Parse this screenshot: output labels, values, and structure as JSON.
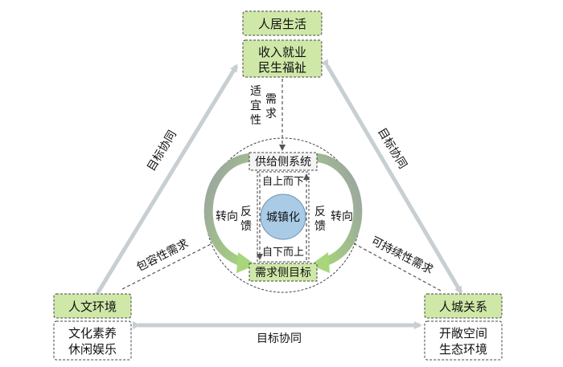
{
  "nodes": {
    "top": {
      "header": "人居生活",
      "body": [
        "收入就业",
        "民生福祉"
      ]
    },
    "left": {
      "header": "人文环境",
      "body": [
        "文化素养",
        "休闲娱乐"
      ]
    },
    "right": {
      "header": "人城关系",
      "body": [
        "开敞空间",
        "生态环境"
      ]
    }
  },
  "edges": {
    "left_top": "目标协同",
    "top_right": "目标协同",
    "bottom": "目标协同"
  },
  "demands": {
    "top_chars": [
      "适",
      "宜",
      "性",
      "需",
      "求"
    ],
    "left": "包容性需求",
    "right": "可持续性需求"
  },
  "center": {
    "supply": "供给侧系统",
    "demand": "需求侧目标",
    "core": "城镇化",
    "top_down": "自上而下",
    "bottom_up": "自下而上",
    "turn_left": "转向",
    "turn_right": "转向",
    "feedback_left": [
      "反",
      "馈"
    ],
    "feedback_right": [
      "反",
      "馈"
    ]
  }
}
